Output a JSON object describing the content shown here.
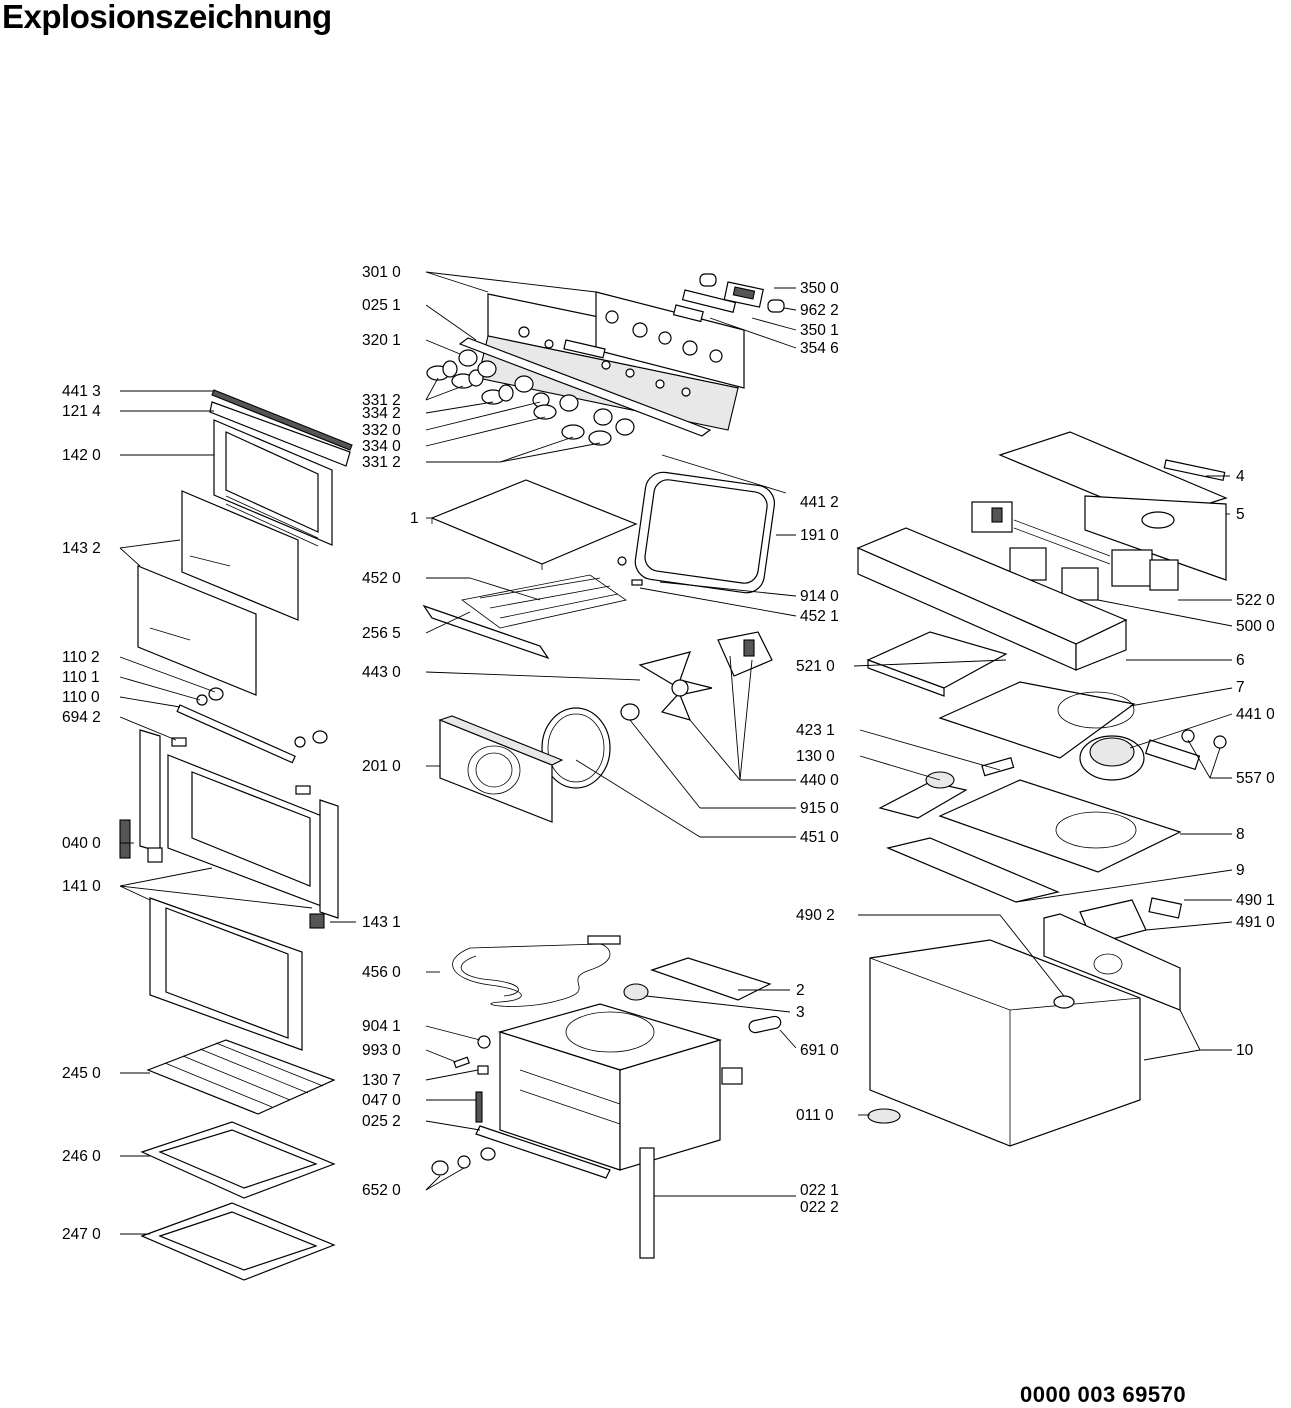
{
  "title": "Explosionszeichnung",
  "document_number": "0000 003 69570",
  "labels": {
    "l3010": "301 0",
    "l0251": "025 1",
    "l3201": "320 1",
    "l3312a": "331 2",
    "l3342": "334 2",
    "l3320": "332 0",
    "l3340": "334 0",
    "l3312b": "331 2",
    "l3500": "350 0",
    "l9622": "962 2",
    "l3501": "350 1",
    "l3546": "354 6",
    "l4413": "441 3",
    "l1214": "121 4",
    "l1420": "142 0",
    "l1432": "143 2",
    "l1102": "110 2",
    "l1101": "110 1",
    "l1100": "110 0",
    "l6942": "694 2",
    "l0400": "040 0",
    "l1410": "141 0",
    "l1431": "143 1",
    "l2450": "245 0",
    "l2460": "246 0",
    "l2470": "247 0",
    "l1": "1",
    "l4520": "452 0",
    "l2565": "256 5",
    "l4430": "443 0",
    "l2010": "201 0",
    "l4412": "441 2",
    "l1910": "191 0",
    "l9140": "914 0",
    "l4521": "452 1",
    "l4400": "440 0",
    "l9150": "915 0",
    "l4510": "451 0",
    "l4": "4",
    "l5": "5",
    "l5220": "522 0",
    "l5000": "500 0",
    "l6": "6",
    "l5210": "521 0",
    "l7": "7",
    "l4410": "441 0",
    "l4231": "423 1",
    "l1300": "130 0",
    "l5570": "557 0",
    "l8": "8",
    "l9": "9",
    "l4901": "490 1",
    "l4910": "491 0",
    "l4902": "490 2",
    "l10": "10",
    "l4560": "456 0",
    "l2": "2",
    "l3": "3",
    "l9041": "904 1",
    "l9930": "993 0",
    "l1307": "130 7",
    "l0470": "047 0",
    "l0252": "025 2",
    "l6520": "652 0",
    "l6910": "691 0",
    "l0110": "011 0",
    "l0221": "022 1",
    "l0222": "022 2"
  }
}
